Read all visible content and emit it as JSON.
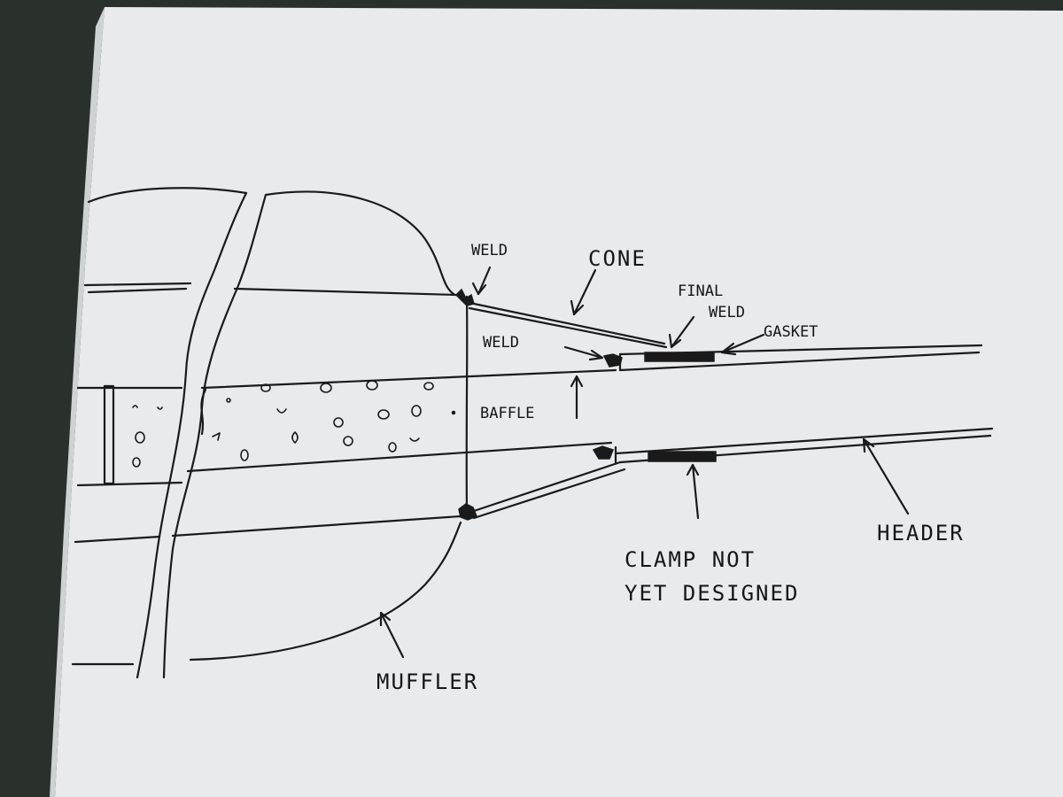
{
  "diagram": {
    "labels": {
      "weld_top": "WELD",
      "cone": "CONE",
      "final_weld_line1": "FINAL",
      "final_weld_line2": "WELD",
      "gasket": "GASKET",
      "weld_inner": "WELD",
      "baffle": "BAFFLE",
      "clamp_line1": "CLAMP NOT",
      "clamp_line2": "YET DESIGNED",
      "header": "HEADER",
      "muffler": "MUFFLER"
    },
    "colors": {
      "paper": "#e9ebec",
      "ink": "#1a1a1a",
      "background": "#2a302c"
    }
  }
}
